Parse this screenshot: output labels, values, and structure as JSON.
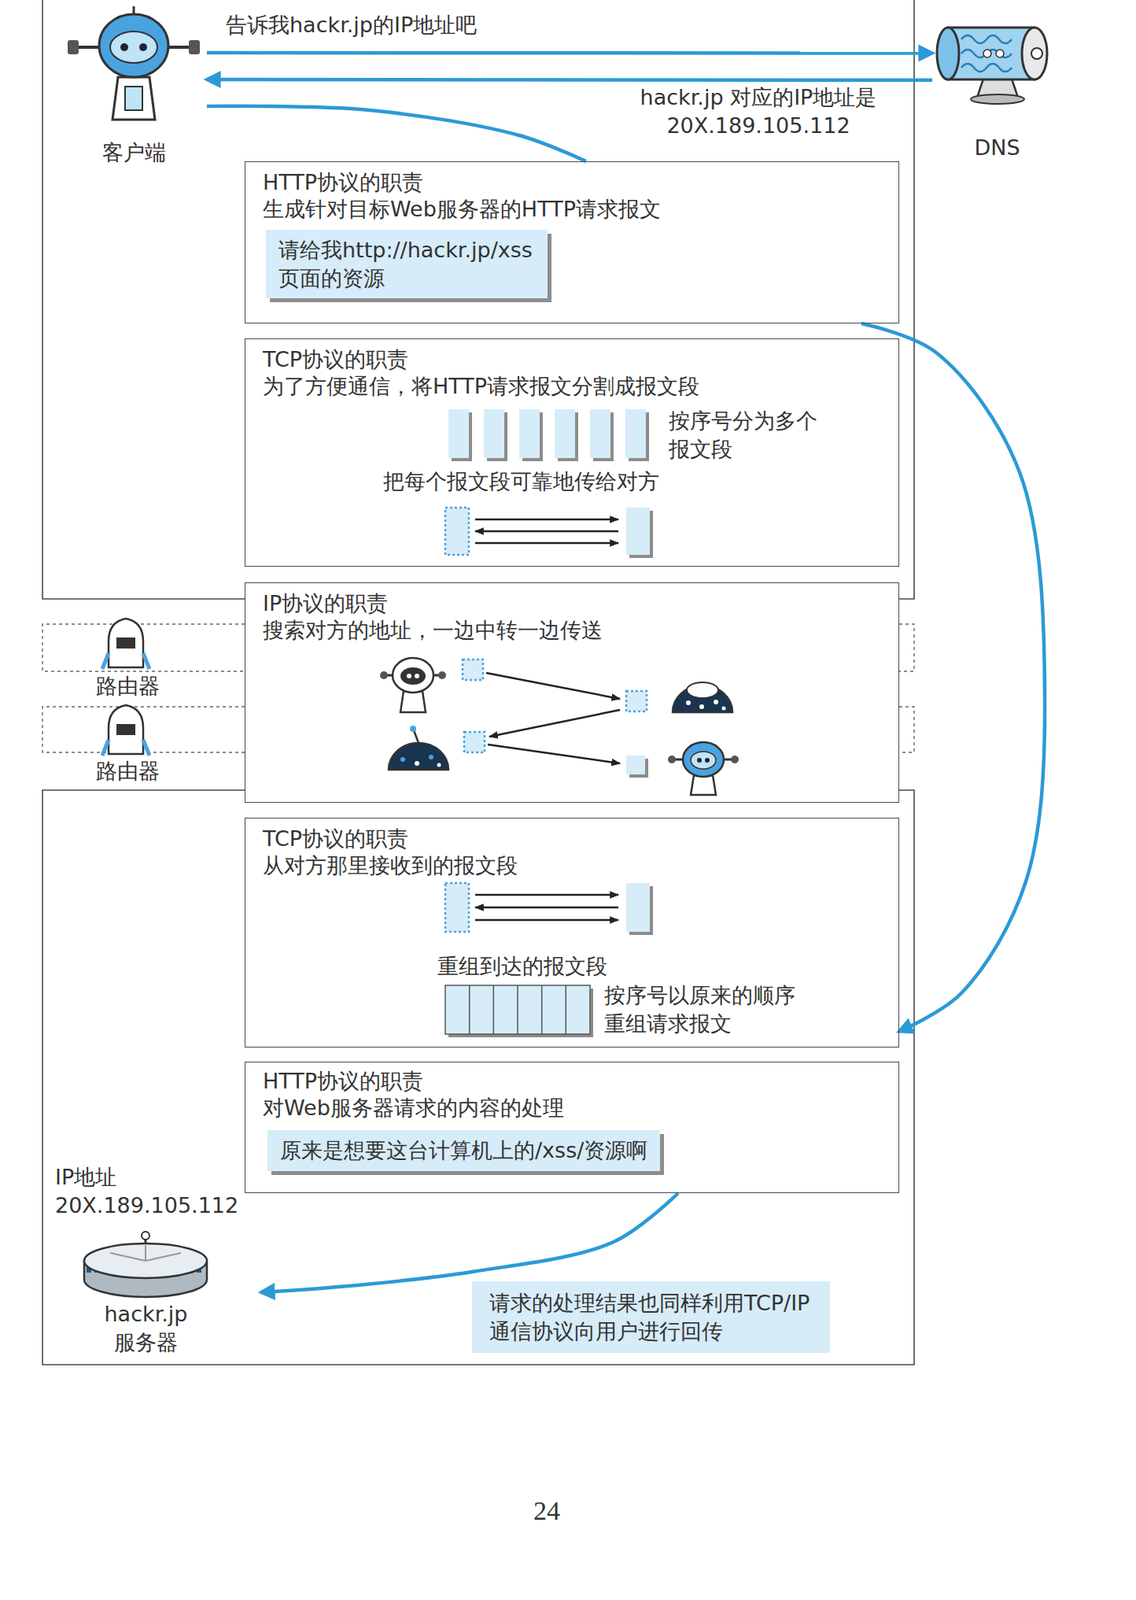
{
  "diagram": {
    "nodes": [
      {
        "text": [
          "客户端"
        ]
      },
      {
        "text": [
          "DNS"
        ]
      },
      {
        "text": [
          "HTTP协议的职责",
          "生成针对目标Web服务器的HTTP请求报文"
        ]
      },
      {
        "text": [
          "请给我http://hackr.jp/xss 页面的资源"
        ],
        "in": 2
      },
      {
        "text": [
          "TCP协议的职责",
          "为了方便通信，将HTTP请求报文分割成报文段",
          "按序号分为多个 报文段",
          "把每个报文段可靠地传给对方"
        ]
      },
      {
        "text": [
          "路由器"
        ]
      },
      {
        "text": [
          "路由器"
        ]
      },
      {
        "text": [
          "IP协议的职责",
          "搜索对方的地址，一边中转一边传送"
        ]
      },
      {
        "text": [
          "TCP协议的职责",
          "从对方那里接收到的报文段",
          "重组到达的报文段",
          "按序号以原来的顺序 重组请求报文"
        ]
      },
      {
        "text": [
          "HTTP协议的职责",
          "对Web服务器请求的内容的处理"
        ]
      },
      {
        "text": [
          "原来是想要这台计算机上的/xss/资源啊"
        ],
        "in": 9
      },
      {
        "text": [
          "IP地址 20X.189.105.112",
          "hackr.jp 服务器"
        ]
      },
      {
        "text": [
          "请求的处理结果也同样利用TCP/IP 通信协议向用户进行回传"
        ]
      }
    ],
    "edges": [
      {
        "from": 0,
        "to": 1,
        "arrow": "to",
        "label": "告诉我hackr.jp的IP地址吧"
      },
      {
        "from": 1,
        "to": 0,
        "arrow": "to",
        "label": "hackr.jp 对应的IP地址是 20X.189.105.112"
      },
      {
        "from": 0,
        "to": 2,
        "arrow": "none"
      },
      {
        "from": 2,
        "to": 8,
        "arrow": "to"
      },
      {
        "from": 9,
        "to": 11,
        "arrow": "to"
      }
    ],
    "labels": [
      "24"
    ]
  }
}
